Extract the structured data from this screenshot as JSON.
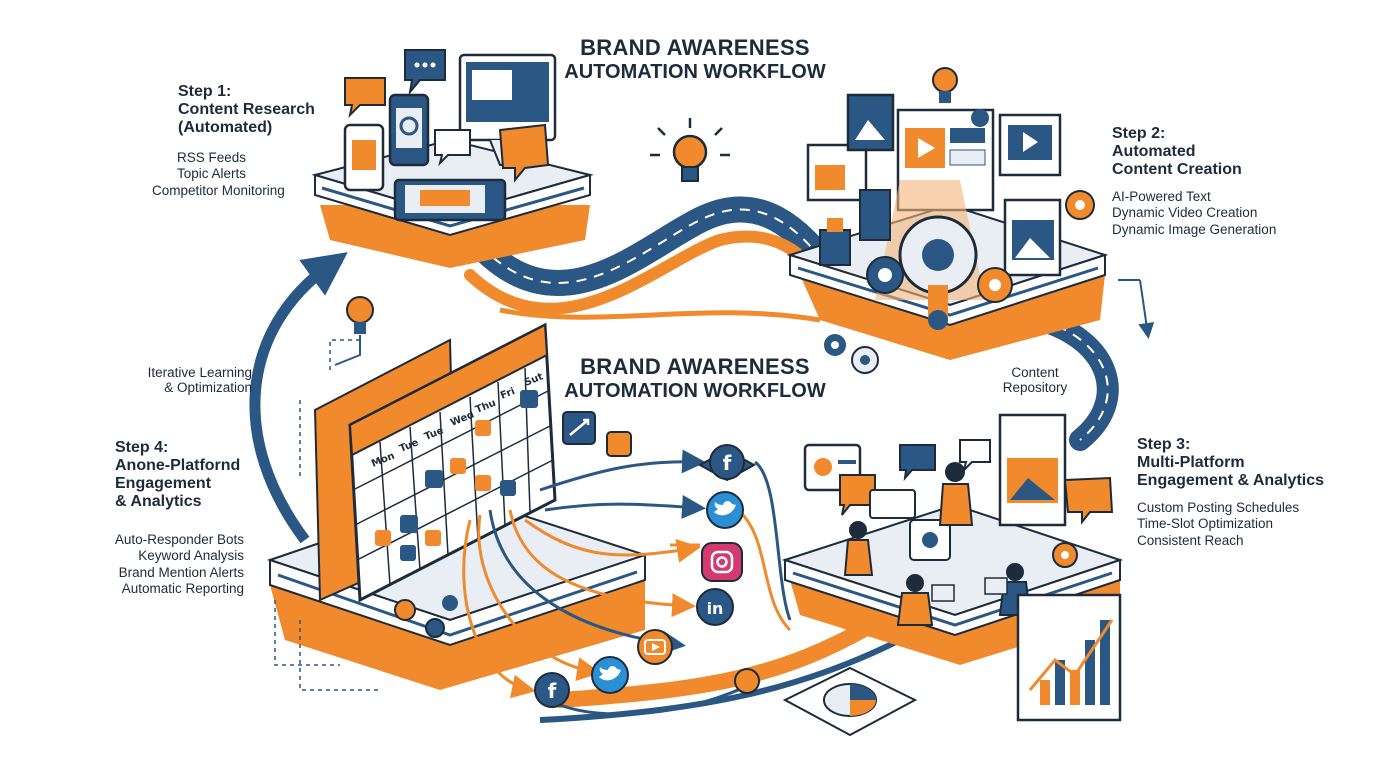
{
  "title_top": {
    "line1": "BRAND AWARENESS",
    "line2": "AUTOMATION WORKFLOW"
  },
  "title_center": {
    "line1": "BRAND AWARENESS",
    "line2": "AUTOMATION WORKFLOW"
  },
  "steps": [
    {
      "id": "step1",
      "heading": [
        "Step 1:",
        "Content Research",
        "(Automated)"
      ],
      "items": [
        "RSS Feeds",
        "Topic Alerts",
        "Competitor Monitoring"
      ]
    },
    {
      "id": "step2",
      "heading": [
        "Step 2:",
        "Automated",
        "Content Creation"
      ],
      "items": [
        "AI-Powered Text",
        "Dynamic Video Creation",
        "Dynamic Image Generation"
      ]
    },
    {
      "id": "step3",
      "heading": [
        "Step 3:",
        "Multi-Platform",
        "Engagement & Analytics"
      ],
      "items": [
        "Custom Posting Schedules",
        "Time-Slot Optimization",
        "Consistent Reach"
      ]
    },
    {
      "id": "step4",
      "heading": [
        "Step 4:",
        "Anone-Platfornd",
        "Engagement",
        "& Analytics"
      ],
      "items": [
        "Auto-Responder Bots",
        "Keyword Analysis",
        "Brand Mention Alerts",
        "Automatic Reporting"
      ]
    }
  ],
  "notes": {
    "loop": [
      "Iterative Learning",
      "& Optimization"
    ],
    "repository": [
      "Content",
      "Repository"
    ]
  },
  "calendar_days": [
    "Mon",
    "Tue",
    "Tue",
    "Wed",
    "Thu",
    "Fri",
    "Sut"
  ],
  "social_icons": [
    "facebook-icon",
    "twitter-icon",
    "instagram-icon",
    "linkedin-icon",
    "youtube-icon"
  ],
  "colors": {
    "orange": "#f08a2c",
    "navy": "#2a5783",
    "dark": "#1d2b3a",
    "light": "#e9eef4"
  }
}
